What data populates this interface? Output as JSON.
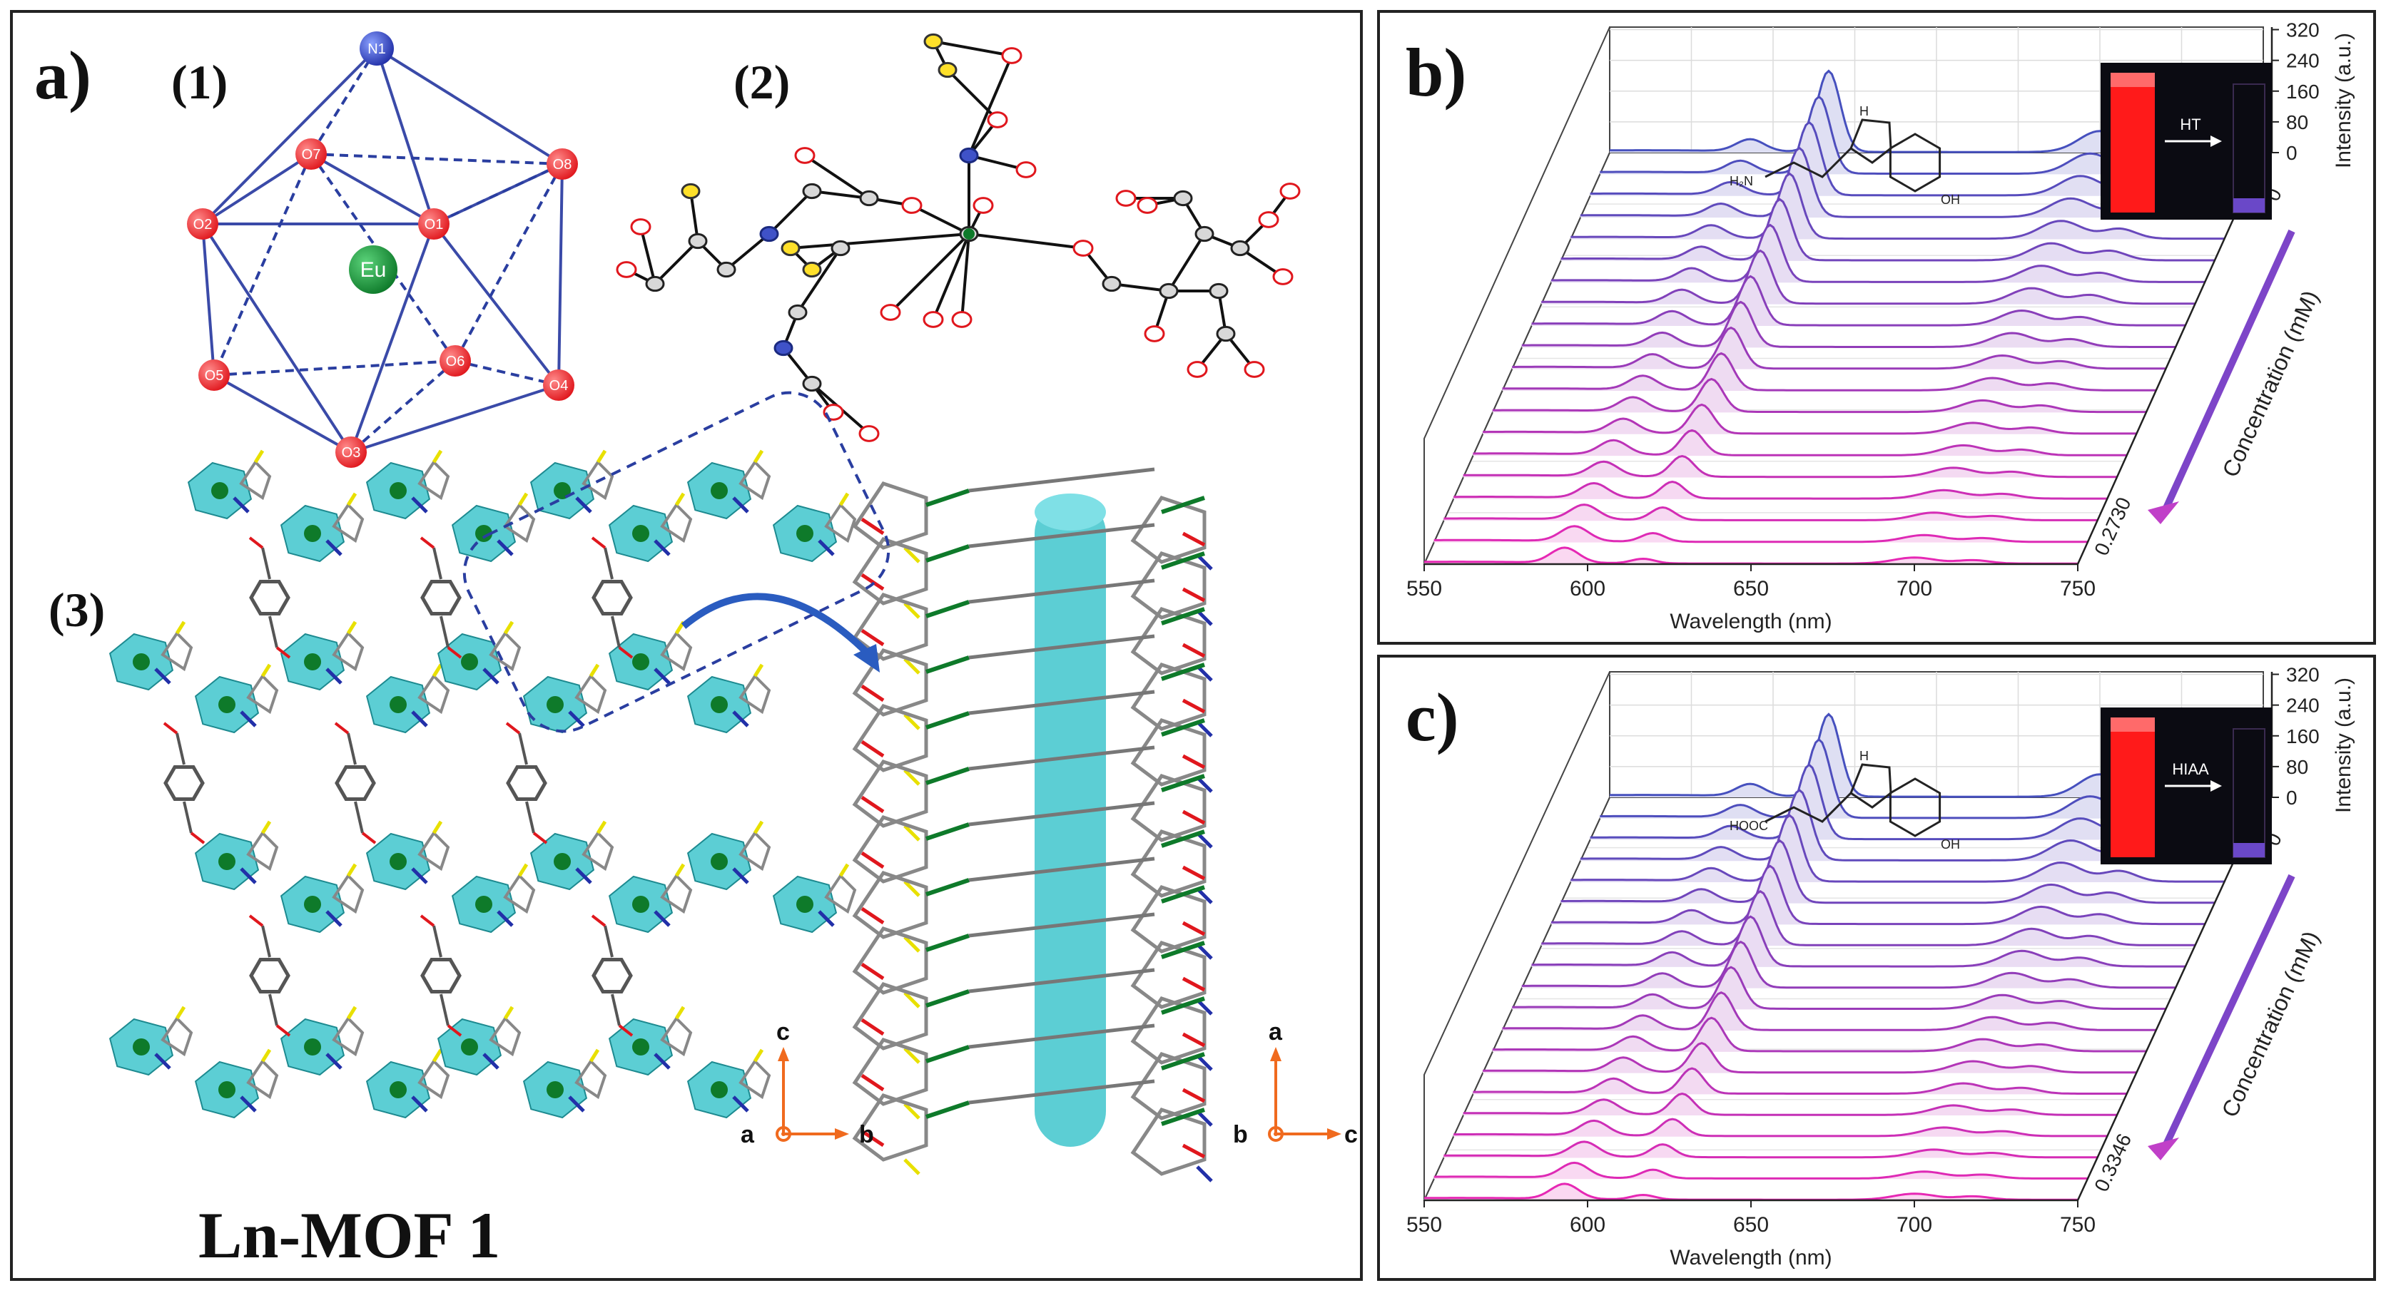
{
  "panel_a": {
    "label": "a)",
    "sub1": "(1)",
    "sub2": "(2)",
    "sub3": "(3)",
    "title": "Ln-MOF 1",
    "atoms": [
      "N1",
      "O7",
      "O8",
      "O2",
      "O1",
      "Eu",
      "O5",
      "O6",
      "O4",
      "O3"
    ],
    "axes_left": {
      "up": "c",
      "left": "a",
      "right": "b"
    },
    "axes_right": {
      "up": "a",
      "left": "b",
      "right": "c"
    },
    "colors": {
      "eu": "#0e7a2a",
      "oxygen": "#e0171d",
      "polyhedron": "#3fc6cc",
      "edge": "#3a4aa8",
      "dash": "#2a3ea0",
      "arrow": "#f06a1e"
    }
  },
  "chart_data": [
    {
      "type": "line",
      "label": "b)",
      "title": "",
      "xlabel": "Wavelength (nm)",
      "ylabel": "Intensity (a.u.)",
      "zlabel": "Concentration (mM)",
      "x_ticks": [
        550,
        600,
        650,
        700,
        750
      ],
      "y_ticks": [
        0,
        80,
        160,
        240,
        320
      ],
      "xlim": [
        550,
        750
      ],
      "ylim": [
        0,
        320
      ],
      "conc_start": "0",
      "conc_end": "0.2730",
      "n_spectra": 20,
      "peaks": [
        {
          "center": 593,
          "width": 6,
          "start": 40,
          "end": 50
        },
        {
          "center": 617,
          "width": 5,
          "start": 270,
          "end": 15
        },
        {
          "center": 700,
          "width": 9,
          "start": 70,
          "end": 20
        }
      ],
      "analyte": "HT",
      "molecule_sub": "H₂N",
      "molecule_oh": "OH",
      "molecule_nh": "H"
    },
    {
      "type": "line",
      "label": "c)",
      "title": "",
      "xlabel": "Wavelength (nm)",
      "ylabel": "Intensity (a.u.)",
      "zlabel": "Concentration (mM)",
      "x_ticks": [
        550,
        600,
        650,
        700,
        750
      ],
      "y_ticks": [
        0,
        80,
        160,
        240,
        320
      ],
      "xlim": [
        550,
        750
      ],
      "ylim": [
        0,
        320
      ],
      "conc_start": "0",
      "conc_end": "0.3346",
      "n_spectra": 20,
      "peaks": [
        {
          "center": 593,
          "width": 6,
          "start": 40,
          "end": 50
        },
        {
          "center": 617,
          "width": 5,
          "start": 275,
          "end": 15
        },
        {
          "center": 700,
          "width": 9,
          "start": 75,
          "end": 20
        }
      ],
      "analyte": "HIAA",
      "molecule_sub": "HOOC",
      "molecule_oh": "OH",
      "molecule_nh": "H"
    }
  ]
}
